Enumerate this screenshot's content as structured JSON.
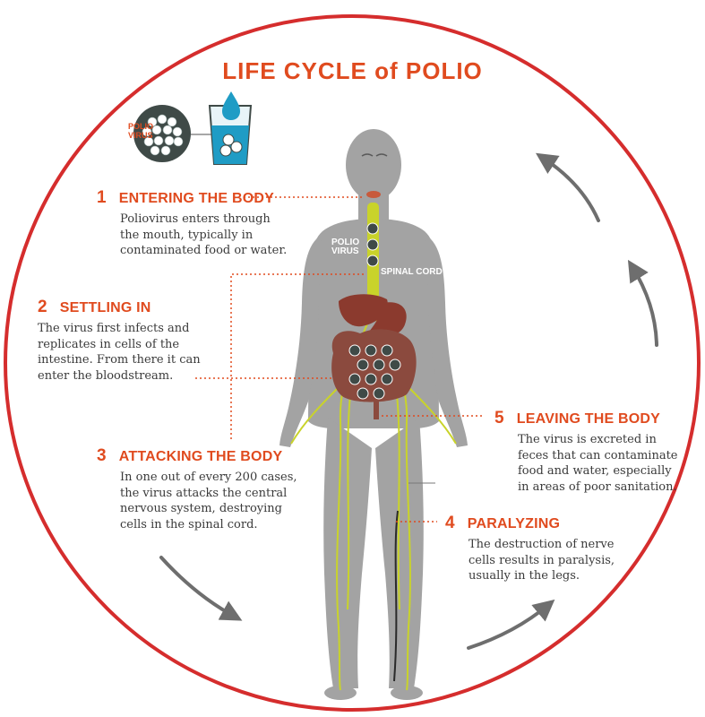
{
  "title": "LIFE CYCLE of POLIO",
  "labels": {
    "polio_virus_top": [
      "POLIO",
      "VIRUS"
    ],
    "polio_virus_body": [
      "POLIO",
      "VIRUS"
    ],
    "spinal_cord": "SPINAL CORD"
  },
  "steps": [
    {
      "number": "1",
      "title": "ENTERING THE BODY",
      "lines": [
        "Poliovirus enters through",
        "the mouth, typically in",
        "contaminated food or water."
      ]
    },
    {
      "number": "2",
      "title": "SETTLING IN",
      "lines": [
        "The virus first infects and",
        "replicates in cells of the",
        "intestine. From there it can",
        "enter the bloodstream."
      ]
    },
    {
      "number": "3",
      "title": "ATTACKING THE BODY",
      "lines": [
        "In one out of every 200 cases,",
        "the virus attacks the central",
        "nervous system, destroying",
        "cells in the spinal cord."
      ]
    },
    {
      "number": "4",
      "title": "PARALYZING",
      "lines": [
        "The destruction of nerve",
        "cells results in paralysis,",
        "usually in the legs."
      ]
    },
    {
      "number": "5",
      "title": "LEAVING THE BODY",
      "lines": [
        "The virus is excreted in",
        "feces that can contaminate",
        "food and water, especially",
        "in areas of poor sanitation."
      ]
    }
  ],
  "colors": {
    "accent": "#e04b1f",
    "body": "#a3a3a3",
    "nerve": "#c9d32a",
    "arrow": "#6e6e6e"
  }
}
